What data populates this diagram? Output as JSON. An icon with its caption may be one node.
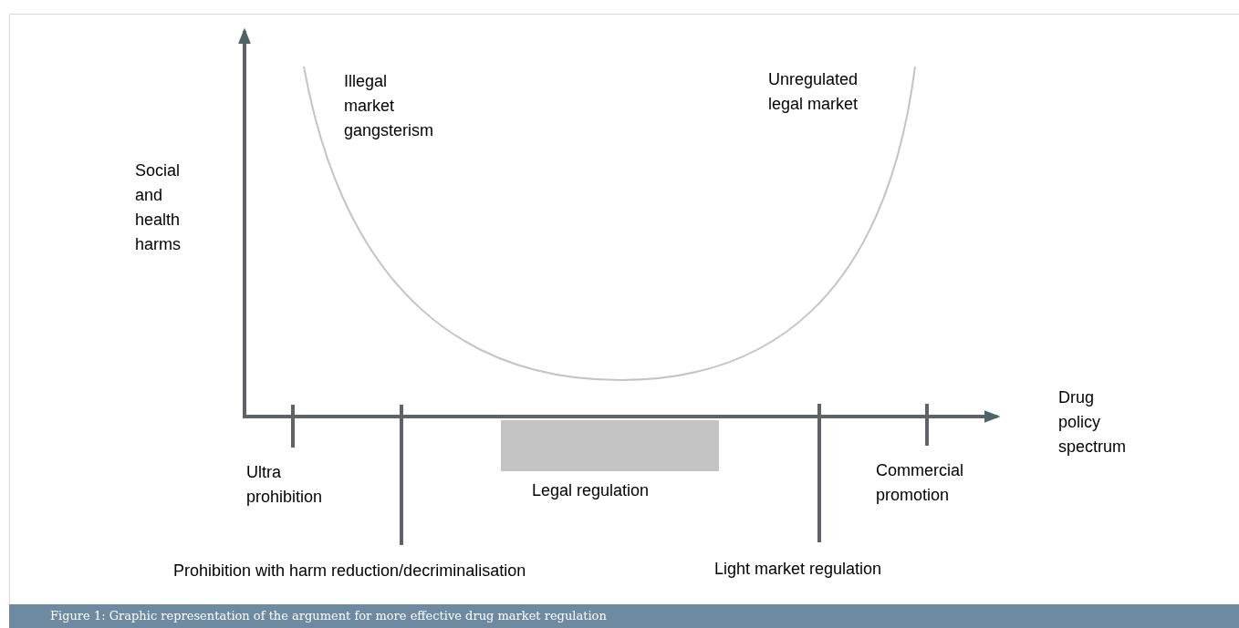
{
  "diagram": {
    "caption": "Figure 1: Graphic representation of the argument for more effective drug market regulation",
    "nodes": [
      {
        "text": [],
        "shape": "bar",
        "beside": [
          "Legal regulation"
        ]
      }
    ],
    "labels": [
      "Illegal market gangsterism",
      "Unregulated legal market",
      "Social and health harms",
      "Drug policy spectrum",
      "Ultra prohibition",
      "Commercial promotion",
      "Prohibition with harm reduction/decriminalisation",
      "Light market regulation"
    ]
  }
}
